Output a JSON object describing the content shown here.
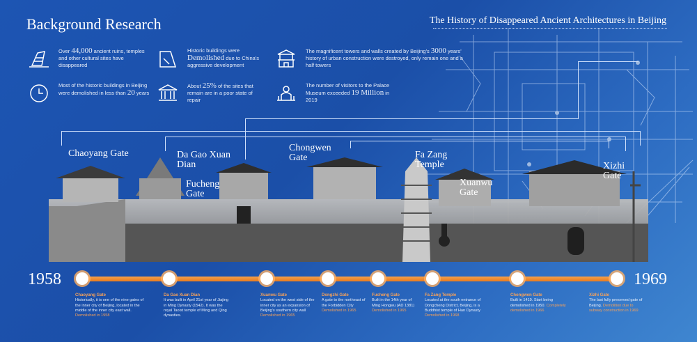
{
  "header": {
    "title": "Background Research",
    "subtitle": "The History of  Disappeared Ancient Architectures in Beijing"
  },
  "stats": [
    {
      "icon": "ruins-icon",
      "pre": "Over ",
      "big": "44,000",
      "post": " ancient ruins, temples and other cultural sites have disappeared"
    },
    {
      "icon": "demolition-icon",
      "pre": "Historic buildings were ",
      "big": "Demolished",
      "post": " due to China's aggressive development"
    },
    {
      "icon": "tower-icon",
      "pre": "The magnificent towers and walls created by Beijing's ",
      "big": "3000",
      "post": " years' history of urban construction were destroyed, only remain one and a half towers"
    },
    {
      "icon": "clock-icon",
      "pre": "Most of the historic buildings in Beijing were demolished in less than ",
      "big": "20",
      "post": " years"
    },
    {
      "icon": "temple-icon",
      "pre": "About ",
      "big": "25%",
      "post": " of the sites that remain are in a poor state of repair"
    },
    {
      "icon": "visitors-icon",
      "pre": "The number of visitors to the Palace Museum exceeded ",
      "big": "19 Million",
      "post": " in 2019"
    }
  ],
  "buildings": [
    {
      "name": "Chaoyang Gate"
    },
    {
      "name": "Da Gao Xuan Dian"
    },
    {
      "name": "Fucheng Gate"
    },
    {
      "name": "Chongwen Gate"
    },
    {
      "name": "Fa Zang Temple"
    },
    {
      "name": "Xuanwu Gate"
    },
    {
      "name": "Xizhi Gate"
    }
  ],
  "timeline": {
    "start": "1958",
    "end": "1969",
    "events": [
      {
        "name": "Chaoyang Gate",
        "text": "Historically, it is one of the nine gates of the inner city of Beijing, located in the middle of the inner city east wall.",
        "demolished": "Demolished in 1958"
      },
      {
        "name": "Da Gao Xuan Dian",
        "text": "It was built in April 21st year of Jiajing in Ming Dynasty (1542). It was the royal Taoist temple of Ming and Qing dynasties.",
        "demolished": ""
      },
      {
        "name": "Xuanwu Gate",
        "text": "Located on the west side of the inner city as an expansion of Beijing's southern city wall",
        "demolished": "Demolished in 1965"
      },
      {
        "name": "Dongzhi Gate",
        "text": "A gate to the northeast of the Forbidden City",
        "demolished": "Demolished in 1965"
      },
      {
        "name": "Fucheng Gate",
        "text": "Built in the 14th year of Ming Hongwu (AD 1381)",
        "demolished": "Demolished in 1965"
      },
      {
        "name": "Fa Zang Temple",
        "text": "Located at the south entrance of Dongcheng District, Beijing, is a Buddhist temple of Han Dynasty",
        "demolished": "Demolished in 1968"
      },
      {
        "name": "Chongwen Gate",
        "text": "Built in 1419. Start being demolished in 1950.",
        "demolished": "Completely demolished in 1966"
      },
      {
        "name": "Xizhi Gate",
        "text": "The last fully preserved gate of Beijing.",
        "demolished": "Demolition due to subway construction in 1969"
      }
    ]
  }
}
